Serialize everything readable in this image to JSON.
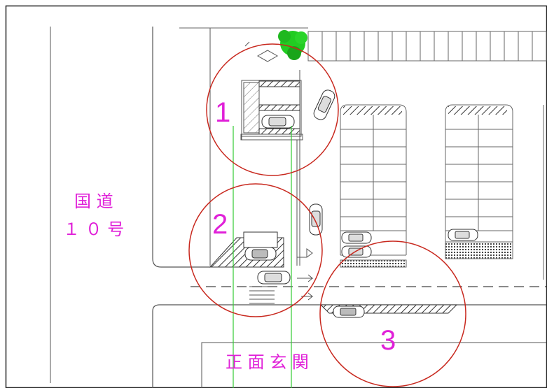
{
  "road_label": {
    "line1": "国 道",
    "line2": "１ ０ 号"
  },
  "entrance_label": "正 面 玄 関",
  "markers": [
    "1",
    "2",
    "3"
  ],
  "colors": {
    "marker_circle": "#c8281e",
    "label_text": "#e020d8",
    "guide_line": "#33cc33",
    "tree": "#22cc22",
    "linework": "#555555"
  }
}
